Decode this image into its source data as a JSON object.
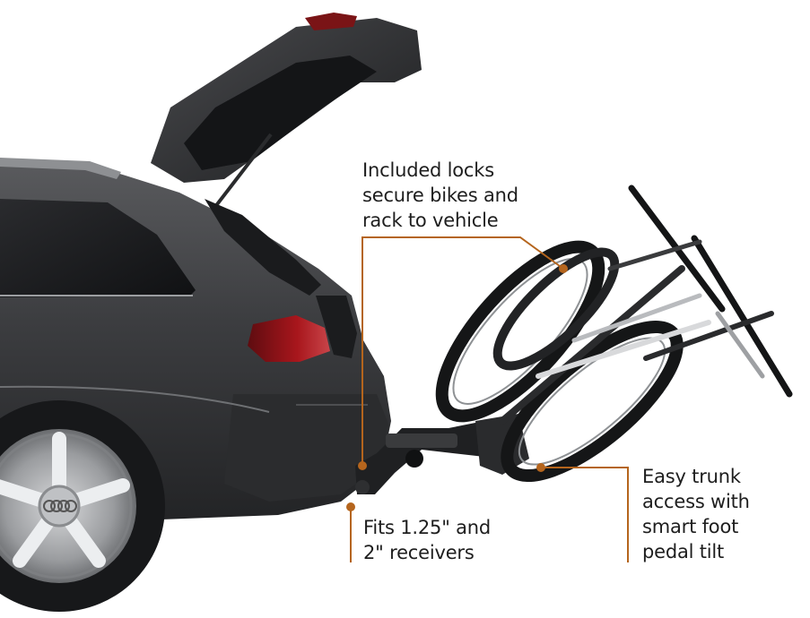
{
  "colors": {
    "accent": "#b5651d",
    "car_body": "#3a3b3d",
    "text": "#1e1e1e",
    "background": "#ffffff"
  },
  "callouts": {
    "locks": {
      "lines": [
        "Included locks",
        "secure bikes and",
        "rack to vehicle"
      ]
    },
    "receivers": {
      "lines": [
        "Fits 1.25\" and",
        "2\" receivers"
      ]
    },
    "trunk": {
      "lines": [
        "Easy trunk",
        "access with",
        "smart foot",
        "pedal tilt"
      ]
    }
  }
}
